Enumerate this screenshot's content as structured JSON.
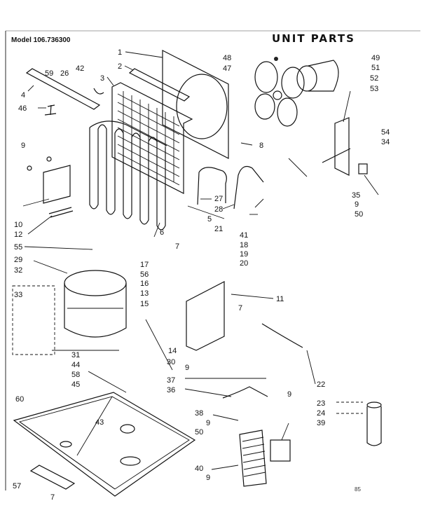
{
  "header": {
    "model": "Model 106.736300",
    "title": "UNIT PARTS"
  },
  "footer": {
    "page_number": "85"
  },
  "callouts": [
    "1",
    "2",
    "3",
    "4",
    "5",
    "6",
    "7",
    "7",
    "7",
    "8",
    "9",
    "9",
    "9",
    "9",
    "9",
    "9",
    "10",
    "11",
    "12",
    "13",
    "14",
    "15",
    "16",
    "17",
    "18",
    "19",
    "20",
    "21",
    "22",
    "23",
    "24",
    "26",
    "27",
    "28",
    "29",
    "30",
    "31",
    "32",
    "33",
    "34",
    "35",
    "36",
    "37",
    "38",
    "39",
    "40",
    "41",
    "42",
    "43",
    "44",
    "45",
    "46",
    "47",
    "48",
    "49",
    "50",
    "50",
    "51",
    "52",
    "53",
    "54",
    "55",
    "56",
    "57",
    "58",
    "59",
    "60"
  ]
}
